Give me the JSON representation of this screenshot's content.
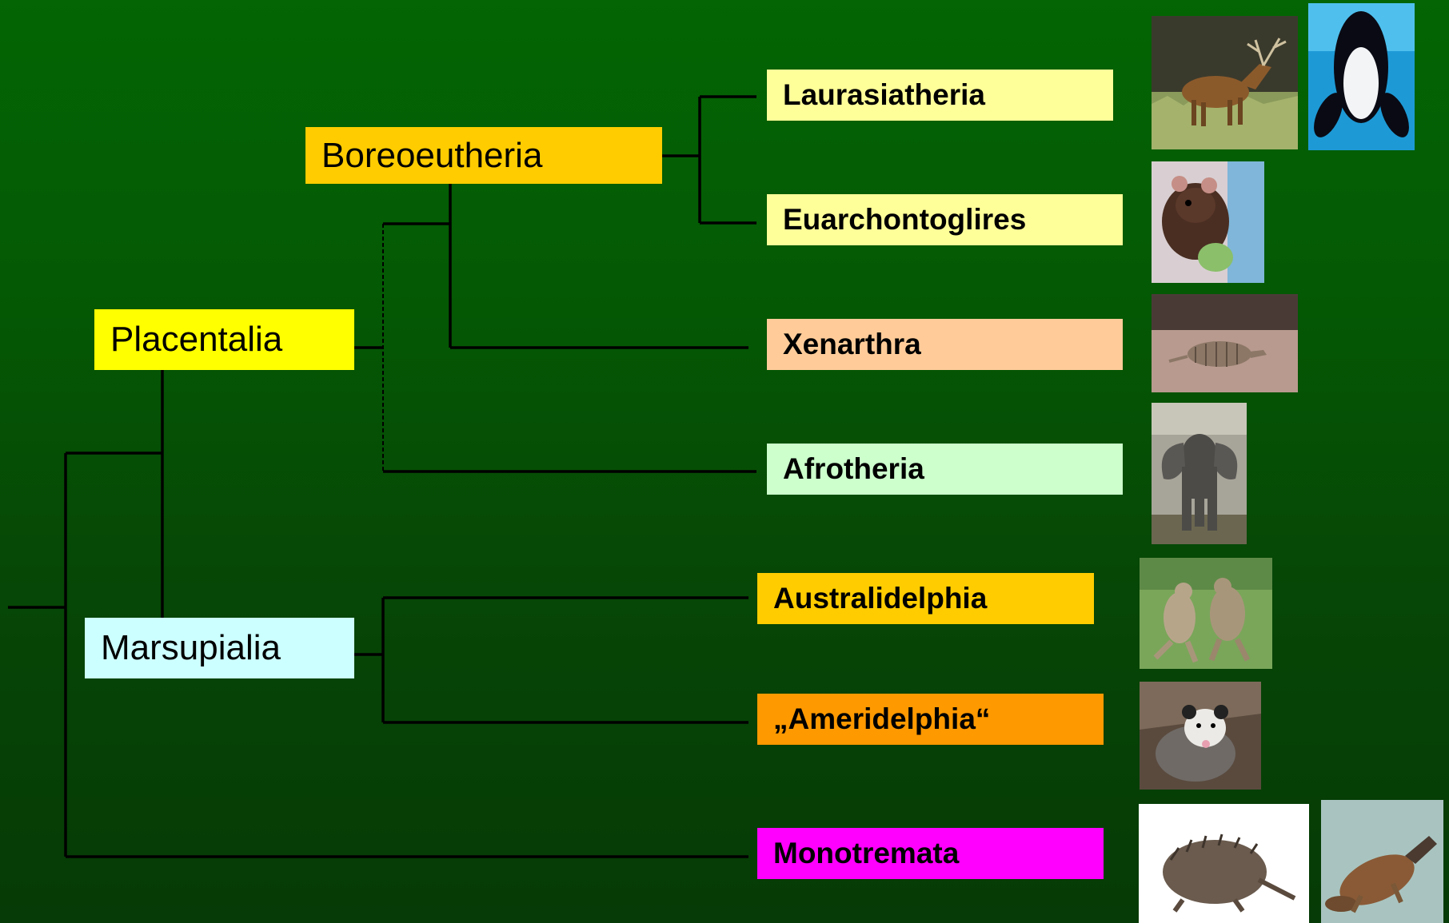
{
  "diagram": {
    "nodes": {
      "placentalia": {
        "label": "Placentalia",
        "color": "#FFFF00"
      },
      "marsupialia": {
        "label": "Marsupialia",
        "color": "#CCFFFF"
      },
      "boreoeutheria": {
        "label": "Boreoeutheria",
        "color": "#FFCC00"
      }
    },
    "leaves": {
      "laurasiatheria": {
        "label": "Laurasiatheria",
        "color": "#FFFF99"
      },
      "euarchontoglires": {
        "label": "Euarchontoglires",
        "color": "#FFFF99"
      },
      "xenarthra": {
        "label": "Xenarthra",
        "color": "#FFCC99"
      },
      "afrotheria": {
        "label": "Afrotheria",
        "color": "#CCFFCC"
      },
      "australidelphia": {
        "label": "Australidelphia",
        "color": "#FFCC00"
      },
      "ameridelphia": {
        "label": "„Ameridelphia“",
        "color": "#FF9900"
      },
      "monotremata": {
        "label": "Monotremata",
        "color": "#FF00FF"
      }
    },
    "photos": [
      "deer",
      "orca",
      "rat",
      "armadillo",
      "elephant",
      "kangaroo",
      "opossum",
      "echidna",
      "platypus"
    ]
  }
}
